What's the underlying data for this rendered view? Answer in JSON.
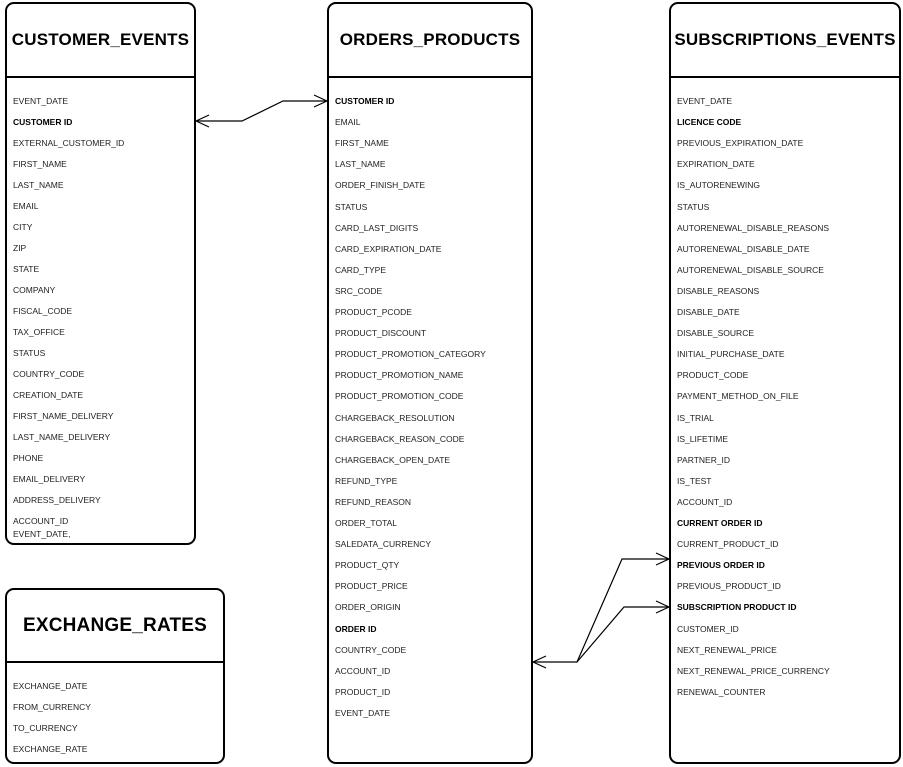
{
  "entities": {
    "customer_events": {
      "title": "CUSTOMER_EVENTS",
      "fields": [
        {
          "label": "EVENT_DATE",
          "key": false
        },
        {
          "label": "CUSTOMER ID",
          "key": true
        },
        {
          "label": "EXTERNAL_CUSTOMER_ID",
          "key": false
        },
        {
          "label": "FIRST_NAME",
          "key": false
        },
        {
          "label": "LAST_NAME",
          "key": false
        },
        {
          "label": "EMAIL",
          "key": false
        },
        {
          "label": "CITY",
          "key": false
        },
        {
          "label": "ZIP",
          "key": false
        },
        {
          "label": "STATE",
          "key": false
        },
        {
          "label": "COMPANY",
          "key": false
        },
        {
          "label": "FISCAL_CODE",
          "key": false
        },
        {
          "label": "TAX_OFFICE",
          "key": false
        },
        {
          "label": "STATUS",
          "key": false
        },
        {
          "label": "COUNTRY_CODE",
          "key": false
        },
        {
          "label": "CREATION_DATE",
          "key": false
        },
        {
          "label": "FIRST_NAME_DELIVERY",
          "key": false
        },
        {
          "label": "LAST_NAME_DELIVERY",
          "key": false
        },
        {
          "label": "PHONE",
          "key": false
        },
        {
          "label": "EMAIL_DELIVERY",
          "key": false
        },
        {
          "label": "ADDRESS_DELIVERY",
          "key": false
        },
        {
          "label": "ACCOUNT_ID",
          "key": false
        },
        {
          "label": "EVENT_DATE,",
          "key": false
        }
      ]
    },
    "exchange_rates": {
      "title": "EXCHANGE_RATES",
      "fields": [
        {
          "label": "EXCHANGE_DATE",
          "key": false
        },
        {
          "label": "FROM_CURRENCY",
          "key": false
        },
        {
          "label": "TO_CURRENCY",
          "key": false
        },
        {
          "label": "EXCHANGE_RATE",
          "key": false
        }
      ]
    },
    "orders_products": {
      "title": "ORDERS_PRODUCTS",
      "fields": [
        {
          "label": "CUSTOMER ID",
          "key": true
        },
        {
          "label": "EMAIL",
          "key": false
        },
        {
          "label": "FIRST_NAME",
          "key": false
        },
        {
          "label": "LAST_NAME",
          "key": false
        },
        {
          "label": "ORDER_FINISH_DATE",
          "key": false
        },
        {
          "label": "STATUS",
          "key": false
        },
        {
          "label": "CARD_LAST_DIGITS",
          "key": false
        },
        {
          "label": "CARD_EXPIRATION_DATE",
          "key": false
        },
        {
          "label": "CARD_TYPE",
          "key": false
        },
        {
          "label": "SRC_CODE",
          "key": false
        },
        {
          "label": "PRODUCT_PCODE",
          "key": false
        },
        {
          "label": "PRODUCT_DISCOUNT",
          "key": false
        },
        {
          "label": "PRODUCT_PROMOTION_CATEGORY",
          "key": false
        },
        {
          "label": "PRODUCT_PROMOTION_NAME",
          "key": false
        },
        {
          "label": "PRODUCT_PROMOTION_CODE",
          "key": false
        },
        {
          "label": "CHARGEBACK_RESOLUTION",
          "key": false
        },
        {
          "label": "CHARGEBACK_REASON_CODE",
          "key": false
        },
        {
          "label": "CHARGEBACK_OPEN_DATE",
          "key": false
        },
        {
          "label": "REFUND_TYPE",
          "key": false
        },
        {
          "label": "REFUND_REASON",
          "key": false
        },
        {
          "label": "ORDER_TOTAL",
          "key": false
        },
        {
          "label": "SALEDATA_CURRENCY",
          "key": false
        },
        {
          "label": "PRODUCT_QTY",
          "key": false
        },
        {
          "label": "PRODUCT_PRICE",
          "key": false
        },
        {
          "label": "ORDER_ORIGIN",
          "key": false
        },
        {
          "label": "ORDER ID",
          "key": true
        },
        {
          "label": "COUNTRY_CODE",
          "key": false
        },
        {
          "label": "ACCOUNT_ID",
          "key": false
        },
        {
          "label": "PRODUCT_ID",
          "key": false
        },
        {
          "label": "EVENT_DATE",
          "key": false
        }
      ]
    },
    "subscriptions_events": {
      "title": "SUBSCRIPTIONS_EVENTS",
      "fields": [
        {
          "label": "EVENT_DATE",
          "key": false
        },
        {
          "label": "LICENCE CODE",
          "key": true
        },
        {
          "label": "PREVIOUS_EXPIRATION_DATE",
          "key": false
        },
        {
          "label": "EXPIRATION_DATE",
          "key": false
        },
        {
          "label": "IS_AUTORENEWING",
          "key": false
        },
        {
          "label": "STATUS",
          "key": false
        },
        {
          "label": "AUTORENEWAL_DISABLE_REASONS",
          "key": false
        },
        {
          "label": "AUTORENEWAL_DISABLE_DATE",
          "key": false
        },
        {
          "label": "AUTORENEWAL_DISABLE_SOURCE",
          "key": false
        },
        {
          "label": "DISABLE_REASONS",
          "key": false
        },
        {
          "label": "DISABLE_DATE",
          "key": false
        },
        {
          "label": "DISABLE_SOURCE",
          "key": false
        },
        {
          "label": "INITIAL_PURCHASE_DATE",
          "key": false
        },
        {
          "label": "PRODUCT_CODE",
          "key": false
        },
        {
          "label": "PAYMENT_METHOD_ON_FILE",
          "key": false
        },
        {
          "label": "IS_TRIAL",
          "key": false
        },
        {
          "label": "IS_LIFETIME",
          "key": false
        },
        {
          "label": "PARTNER_ID",
          "key": false
        },
        {
          "label": "IS_TEST",
          "key": false
        },
        {
          "label": "ACCOUNT_ID",
          "key": false
        },
        {
          "label": "CURRENT ORDER ID",
          "key": true
        },
        {
          "label": "CURRENT_PRODUCT_ID",
          "key": false
        },
        {
          "label": "PREVIOUS ORDER ID",
          "key": true
        },
        {
          "label": "PREVIOUS_PRODUCT_ID",
          "key": false
        },
        {
          "label": "SUBSCRIPTION PRODUCT ID",
          "key": true
        },
        {
          "label": "CUSTOMER_ID",
          "key": false
        },
        {
          "label": "NEXT_RENEWAL_PRICE",
          "key": false
        },
        {
          "label": "NEXT_RENEWAL_PRICE_CURRENCY",
          "key": false
        },
        {
          "label": "RENEWAL_COUNTER",
          "key": false
        }
      ]
    }
  },
  "relationships": [
    {
      "from": "customer_events.CUSTOMER ID",
      "to": "orders_products.CUSTOMER ID",
      "from_end": "many",
      "to_end": "many"
    },
    {
      "from": "orders_products.ORDER ID",
      "to": "subscriptions_events.PREVIOUS ORDER ID",
      "from_end": "many",
      "to_end": "many"
    },
    {
      "from": "orders_products.ORDER ID",
      "to": "subscriptions_events.SUBSCRIPTION PRODUCT ID",
      "from_end": "many",
      "to_end": "many"
    }
  ]
}
